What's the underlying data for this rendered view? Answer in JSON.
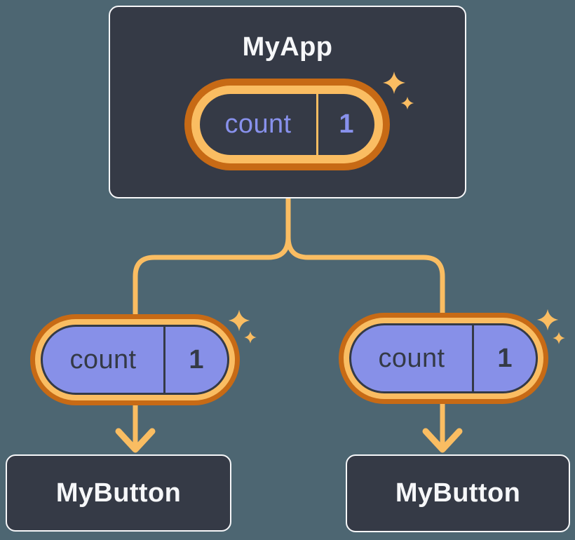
{
  "colors": {
    "bg": "#4D6672",
    "card": "#353A46",
    "card-border": "#F6F7F9",
    "title-text": "#F6F7F9",
    "ring-dark": "#C76A15",
    "ring-light": "#FABD62",
    "purple": "#8790E8",
    "ink": "#343A46",
    "lavender": "#8891EC"
  },
  "root": {
    "title": "MyApp",
    "state": {
      "label": "count",
      "value": "1"
    }
  },
  "children": [
    {
      "title": "MyButton",
      "prop": {
        "label": "count",
        "value": "1"
      }
    },
    {
      "title": "MyButton",
      "prop": {
        "label": "count",
        "value": "1"
      }
    }
  ],
  "icons": {
    "sparkle": "four-point-star",
    "arrow": "arrow-down-chevron"
  }
}
